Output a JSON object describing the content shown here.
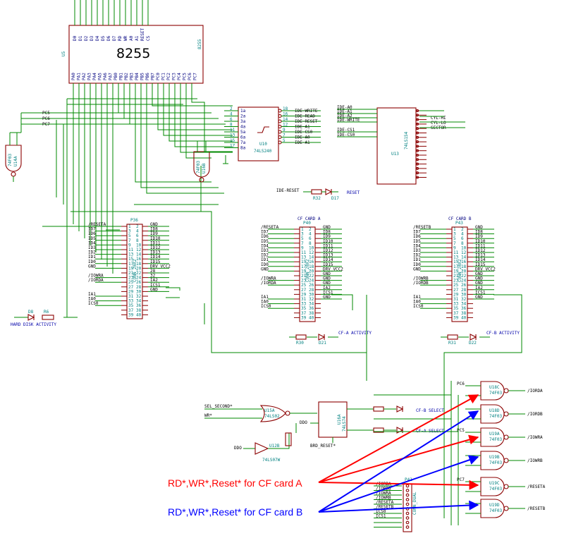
{
  "chip_8255": {
    "name": "8255",
    "ref": "U5",
    "side_ref": "8255",
    "top_pins": [
      "D0",
      "D1",
      "D2",
      "D3",
      "D4",
      "D5",
      "D6",
      "D7",
      "RD",
      "WR",
      "A0",
      "A1",
      "RESET",
      "CS"
    ],
    "bottom_pins": [
      "PA0",
      "PA1",
      "PA2",
      "PA3",
      "PA4",
      "PA5",
      "PA6",
      "PA7",
      "PB0",
      "PB1",
      "PB2",
      "PB3",
      "PB4",
      "PB5",
      "PB6",
      "PB7",
      "PC0",
      "PC1",
      "PC2",
      "PC3",
      "PC4",
      "PC5",
      "PC6",
      "PC7"
    ]
  },
  "pc_labels": [
    "PC5",
    "PC6",
    "PC7"
  ],
  "u10": {
    "ref": "U10",
    "part": "74LS240",
    "inputs": [
      "1a",
      "2a",
      "3a",
      "4a",
      "5a",
      "6a",
      "7a",
      "8a"
    ],
    "outputs": [
      "IDE-WRITE",
      "IDE-READ",
      "IDE-RESET",
      "IDE-A1",
      "IDE-CS0",
      "IDE-A0",
      "IDE-A1"
    ],
    "pin_in": [
      "2",
      "4",
      "6",
      "8",
      "11",
      "13",
      "15",
      "17"
    ],
    "pin_out": [
      "18",
      "16",
      "14",
      "12",
      "9",
      "7",
      "5",
      "3"
    ]
  },
  "u13": {
    "ref": "U13",
    "part": "74LS154",
    "inputs": [
      "IDE-A0",
      "IDE-A1",
      "IDE-A2",
      "IDE-WRITE",
      "IDE-CS1",
      "IDE-CS0"
    ],
    "outputs": [
      "CYL-HI",
      "CYL-LO",
      "SECTOR"
    ]
  },
  "u14a": {
    "ref": "U14A",
    "part": "74F03"
  },
  "u16b": {
    "ref": "U16B",
    "part": "74F03"
  },
  "reset_led": {
    "net": "IDE-RESET",
    "label": "RESET",
    "ref": "D17",
    "res": "R32"
  },
  "p36": {
    "ref": "P36",
    "part": "CONN_20X2",
    "left": [
      "/RESETA",
      "ID7",
      "ID6",
      "ID5",
      "ID4",
      "ID3",
      "ID2",
      "ID1",
      "ID0",
      "GND",
      "/IOWRA",
      "/IORDA",
      "IA1",
      "IA0",
      "ICS0"
    ],
    "right": [
      "GND",
      "ID8",
      "ID9",
      "ID10",
      "ID11",
      "ID12",
      "ID13",
      "ID14",
      "ID15",
      "DRV_VCC2",
      "28",
      "32",
      "IA2",
      "ICS1",
      "GND"
    ]
  },
  "hd_led": {
    "label": "HARD DISK ACTIVITY",
    "ref": "D8",
    "res": "R6"
  },
  "cf_a": {
    "title": "CF CARD A",
    "ref": "P40",
    "part": "CONN_20X2",
    "left": [
      "/RESETA",
      "ID7",
      "ID6",
      "ID5",
      "ID4",
      "ID3",
      "ID2",
      "ID1",
      "ID0",
      "GND",
      "/IOWRA",
      "/IORDA",
      "IA1",
      "IA0",
      "ICS0"
    ],
    "right": [
      "GND",
      "ID8",
      "ID9",
      "ID10",
      "ID11",
      "ID12",
      "ID13",
      "ID14",
      "ID15",
      "DRV_VCC2",
      "GND",
      "GND",
      "GND",
      "IA2",
      "ICS1",
      "GND"
    ],
    "led": "CF-A ACTIVITY",
    "led_ref": "D21",
    "res": "R30"
  },
  "cf_b": {
    "title": "CF CARD B",
    "ref": "P43",
    "part": "CONN_20X2",
    "left": [
      "/RESETB",
      "ID7",
      "ID6",
      "ID5",
      "ID4",
      "ID3",
      "ID2",
      "ID1",
      "ID0",
      "GND",
      "/IOWRB",
      "/IORDB",
      "IA1",
      "IA0",
      "ICS0"
    ],
    "right": [
      "GND",
      "ID8",
      "ID9",
      "ID10",
      "ID11",
      "ID12",
      "ID13",
      "ID14",
      "ID15",
      "DRV_VCC2",
      "GND",
      "GND",
      "GND",
      "IA2",
      "ICS1",
      "GND"
    ],
    "led": "CF-B ACTIVITY",
    "led_ref": "D22",
    "res": "R31"
  },
  "select_logic": {
    "sel_second": "SEL_SECOND*",
    "wr": "WR*",
    "u15a": "U15A",
    "u15a_part": "74LS02",
    "ddo": "DDO",
    "ddo_in": "DDO",
    "u12b": "U12B",
    "u12b_part": "74LS07W",
    "u16a": "U16A",
    "u16a_part": "74LS74",
    "brd_reset": "BRD_RESET*",
    "cf_b_select": "CF-B SELECT",
    "cf_a_select": "CF-A SELECT"
  },
  "nand_gates": [
    {
      "ref": "U18C",
      "part": "74F03",
      "out": "/IORDA",
      "in_label": "PC6"
    },
    {
      "ref": "U18D",
      "part": "74F03",
      "out": "/IORDB",
      "in_label": ""
    },
    {
      "ref": "U19A",
      "part": "74F03",
      "out": "/IOWRA",
      "in_label": "PC5"
    },
    {
      "ref": "U19B",
      "part": "74F03",
      "out": "/IOWRB",
      "in_label": ""
    },
    {
      "ref": "U19C",
      "part": "74F03",
      "out": "/RESETA",
      "in_label": "PC7"
    },
    {
      "ref": "U19D",
      "part": "74F03",
      "out": "/RESETB",
      "in_label": ""
    }
  ],
  "p41": {
    "ref": "P41",
    "part": "CONN_DUAL",
    "labels": [
      "/IORDA",
      "/IORDB",
      "/IOWRA",
      "/IOWRB",
      "/RESETA",
      "/RESETB",
      "ICS0",
      "ICS1"
    ]
  },
  "annotations": {
    "card_a": "RD*,WR*,Reset* for CF card A",
    "card_b": "RD*,WR*,Reset* for CF card B",
    "card_a_color": "#ff0000",
    "card_b_color": "#0000ff"
  }
}
